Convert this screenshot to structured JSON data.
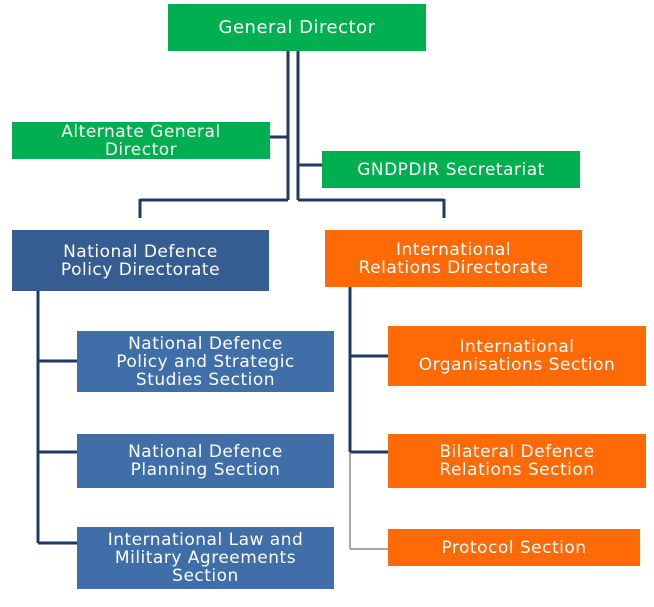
{
  "org_chart": {
    "general_director": "General Director",
    "alternate_general_director": "Alternate General\nDirector",
    "secretariat": "GNDPDIR Secretariat",
    "policy_directorate": {
      "title": "National Defence\nPolicy Directorate",
      "sections": [
        "National Defence\nPolicy and Strategic\nStudies Section",
        "National Defence\nPlanning Section",
        "International Law and\nMilitary Agreements\nSection"
      ]
    },
    "relations_directorate": {
      "title": "International\nRelations Directorate",
      "sections": [
        "International\nOrganisations Section",
        "Bilateral Defence\nRelations Section",
        "Protocol Section"
      ]
    }
  },
  "colors": {
    "green": "#00b050",
    "blue": "#3f6ea8",
    "navy_connector": "#1f3864",
    "orange": "#ff6a06"
  }
}
